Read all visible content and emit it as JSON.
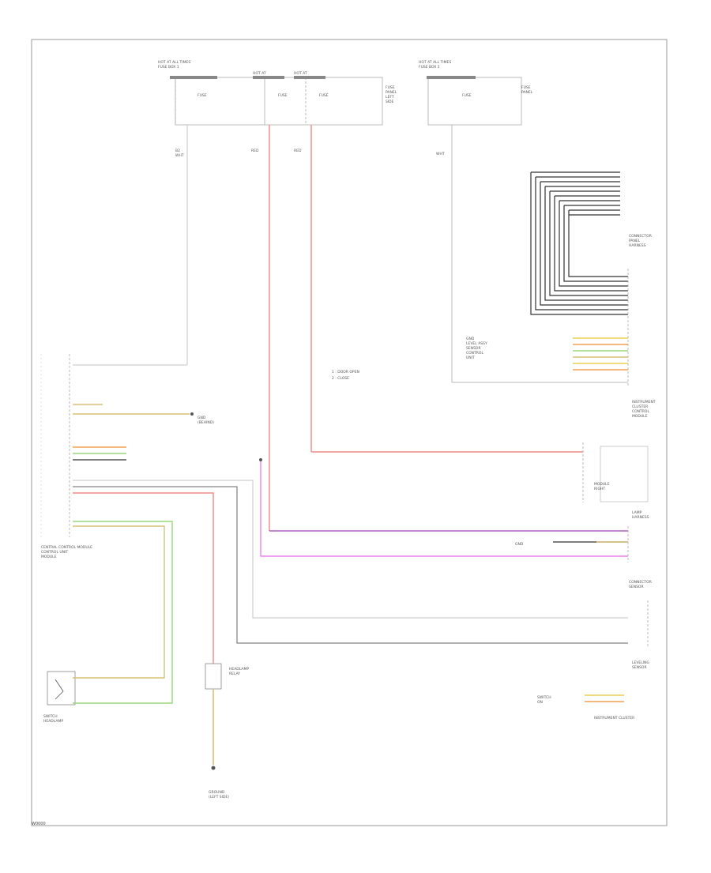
{
  "diagram": {
    "code": "W0000",
    "colors": {
      "frame": "#999999",
      "wire_gray": "#cfcfcf",
      "wire_red": "#f08a8a",
      "wire_pink": "#ee82ee",
      "wire_purple": "#b060c0",
      "wire_black": "#333333",
      "wire_green": "#9ad77a",
      "wire_orange": "#f0a050",
      "wire_tan": "#d8c07a",
      "wire_yellow": "#e8d050"
    },
    "labels": {
      "fuse_box_left": "HOT AT ALL TIMES",
      "fuse_box_right": "HOT AT ALL TIMES",
      "pin_keys": "1 : DOOR OPEN",
      "pin_keys_2": "2 : CLOSE",
      "central_module": "CENTRAL CONTROL MODULE",
      "switch": "SWITCH",
      "ground_bottom": "GROUND",
      "cluster": "INSTRUMENT CLUSTER",
      "module_right": "MODULE",
      "lamp_block": "LAMP"
    }
  }
}
